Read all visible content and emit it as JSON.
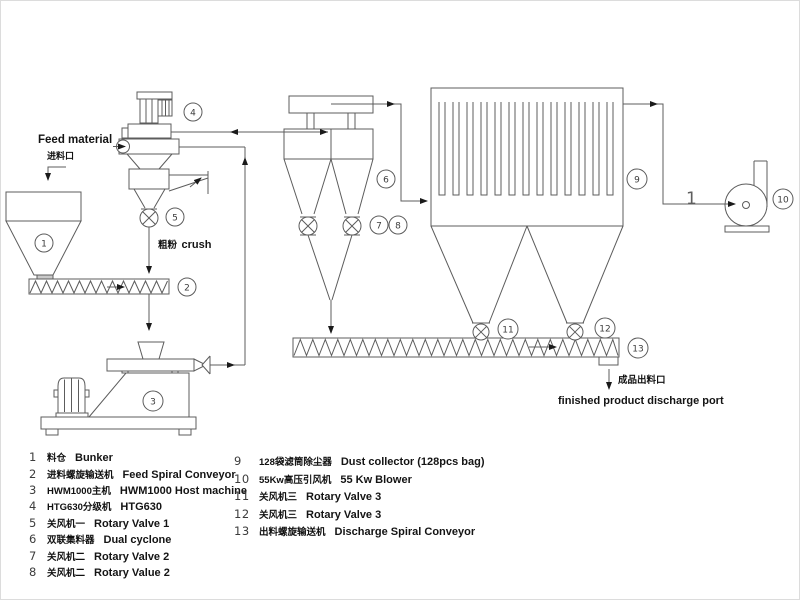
{
  "annotations": {
    "feed_material_en": "Feed material",
    "feed_port_zh": "进料口",
    "crush_zh": "粗粉",
    "crush_en": "crush",
    "discharge_port_zh": "成品出料口",
    "discharge_port_en": "finished product discharge port",
    "pipe_tick": "1"
  },
  "markers": {
    "m1": "1",
    "m2": "2",
    "m3": "3",
    "m4": "4",
    "m5": "5",
    "m6": "6",
    "m7": "7",
    "m8": "8",
    "m9": "9",
    "m10": "10",
    "m11": "11",
    "m12": "12",
    "m13": "13"
  },
  "legend": {
    "left": [
      {
        "no": "1",
        "zh": "料仓",
        "en": "Bunker"
      },
      {
        "no": "2",
        "zh": "进料螺旋输送机",
        "en": "Feed Spiral Conveyor"
      },
      {
        "no": "3",
        "zh": "HWM1000主机",
        "en": "HWM1000 Host machine"
      },
      {
        "no": "4",
        "zh": "HTG630分级机",
        "en": "HTG630"
      },
      {
        "no": "5",
        "zh": "关风机一",
        "en": "Rotary Valve 1"
      },
      {
        "no": "6",
        "zh": "双联集料器",
        "en": "Dual cyclone"
      },
      {
        "no": "7",
        "zh": "关风机二",
        "en": "Rotary Valve 2"
      },
      {
        "no": "8",
        "zh": "关风机二",
        "en": "Rotary Value 2"
      }
    ],
    "right": [
      {
        "no": "9",
        "zh": "128袋滤筒除尘器",
        "en": "Dust collector (128pcs bag)"
      },
      {
        "no": "10",
        "zh": "55Kw高压引风机",
        "en": "55 Kw Blower"
      },
      {
        "no": "11",
        "zh": "关风机三",
        "en": "Rotary Valve 3"
      },
      {
        "no": "12",
        "zh": "关风机三",
        "en": "Rotary Valve 3"
      },
      {
        "no": "13",
        "zh": "出料螺旋输送机",
        "en": "Discharge Spiral Conveyor"
      }
    ]
  },
  "colors": {
    "line": "#5c5c5c",
    "arrow": "#1a1a1a",
    "text": "#141414"
  }
}
